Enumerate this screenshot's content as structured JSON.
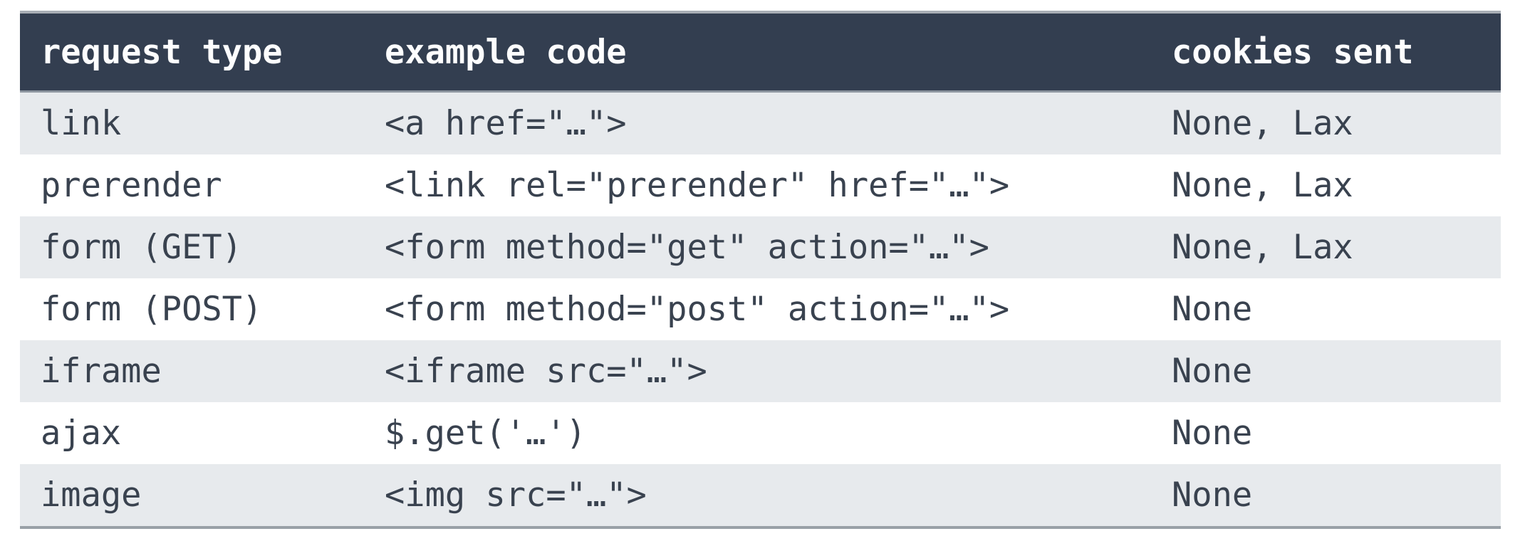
{
  "table": {
    "headers": {
      "request_type": "request type",
      "example_code": "example code",
      "cookies_sent": "cookies sent"
    },
    "rows": [
      {
        "request_type": "link",
        "example_code": "<a href=\"…\">",
        "cookies_sent": "None, Lax"
      },
      {
        "request_type": "prerender",
        "example_code": "<link rel=\"prerender\" href=\"…\">",
        "cookies_sent": "None, Lax"
      },
      {
        "request_type": "form (GET)",
        "example_code": "<form method=\"get\" action=\"…\">",
        "cookies_sent": "None, Lax"
      },
      {
        "request_type": "form (POST)",
        "example_code": "<form method=\"post\" action=\"…\">",
        "cookies_sent": "None"
      },
      {
        "request_type": "iframe",
        "example_code": "<iframe src=\"…\">",
        "cookies_sent": "None"
      },
      {
        "request_type": "ajax",
        "example_code": "$.get('…')",
        "cookies_sent": "None"
      },
      {
        "request_type": "image",
        "example_code": "<img src=\"…\">",
        "cookies_sent": "None"
      }
    ],
    "colors": {
      "header_bg": "#333e50",
      "header_text": "#fdfdfe",
      "body_text": "#39424f",
      "row_alt_bg": "#e7eaed",
      "row_bg": "#ffffff",
      "border_top": "#a9aeb5",
      "border_mid": "#8d959f",
      "border_bottom": "#99a0a7"
    }
  }
}
